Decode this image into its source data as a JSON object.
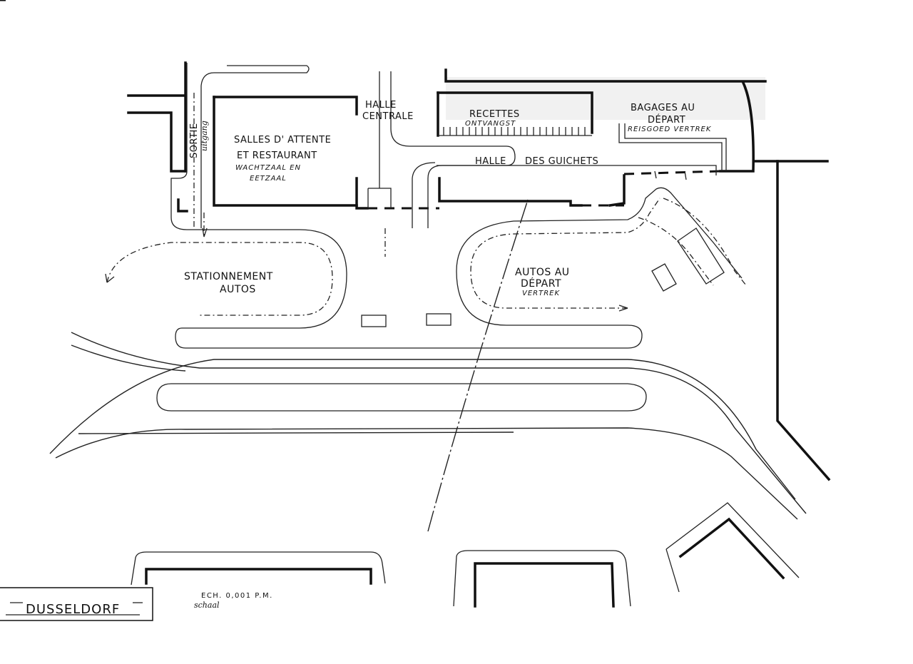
{
  "labels": {
    "sortie": "SORTIE",
    "uitgang": "uitgang",
    "salles_1": "SALLES D' ATTENTE",
    "salles_2": "ET RESTAURANT",
    "wacht_1": "WACHTZAAL EN",
    "wacht_2": "EETZAAL",
    "halle_1": "HALLE",
    "halle_2": "CENTRALE",
    "recettes": "RECETTES",
    "ontvangst": "ONTVANGST",
    "bagages_1": "BAGAGES AU",
    "bagages_2": "DÉPART",
    "reisgoed": "REISGOED VERTREK",
    "halle_guichets_1": "HALLE",
    "halle_guichets_2": "DES GUICHETS",
    "stationnement_1": "STATIONNEMENT",
    "stationnement_2": "AUTOS",
    "autos_1": "AUTOS AU",
    "autos_2": "DÉPART",
    "vertrek": "VERTREK",
    "echelle": "ECH. 0,001 P.M.",
    "schaal": "schaal"
  },
  "title_block": {
    "city": "DUSSELDORF"
  },
  "colors": {
    "ink": "#111111",
    "paper": "#ffffff"
  }
}
